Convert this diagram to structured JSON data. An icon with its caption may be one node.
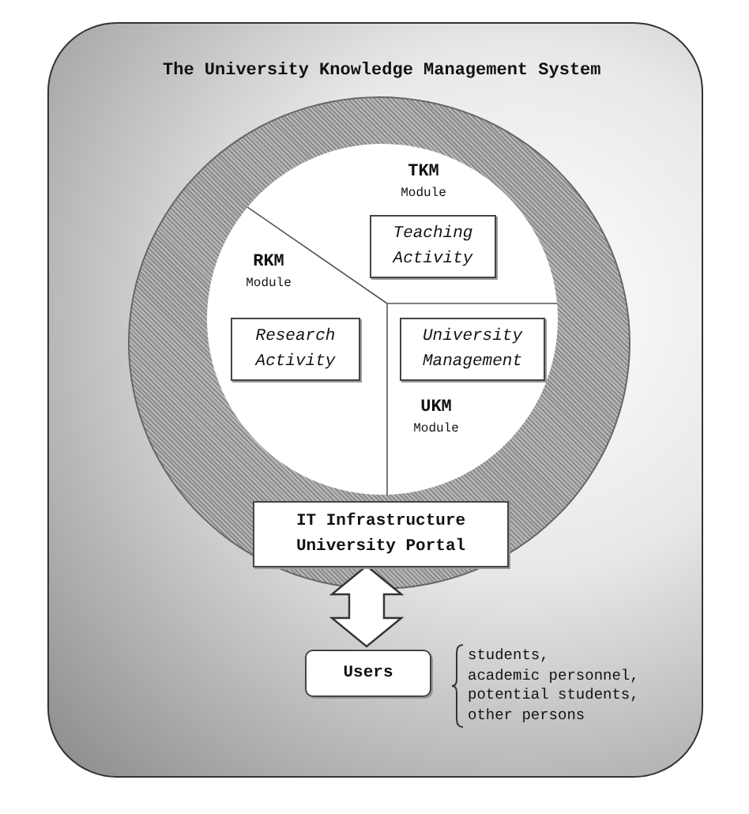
{
  "diagram": {
    "nodes": [
      {
        "text": [
          "The University Knowledge Management System"
        ]
      },
      {
        "text": [],
        "shape": "circle",
        "in": 0
      },
      {
        "text": [],
        "shape": "circle",
        "in": 1
      },
      {
        "text": [
          "Teaching Activity"
        ],
        "in": 2
      },
      {
        "text": [
          "Research Activity"
        ],
        "in": 2
      },
      {
        "text": [
          "University Management"
        ],
        "in": 2
      },
      {
        "text": [
          "IT Infrastructure University Portal"
        ],
        "in": 1
      },
      {
        "text": [
          "Users"
        ],
        "in": 0,
        "beside": [
          "students,",
          "academic personnel,",
          "potential students,",
          "other persons"
        ]
      }
    ],
    "edges": [
      {
        "from": 6,
        "to": 7,
        "arrow": "both",
        "style": "thick"
      }
    ],
    "labels": [
      "TKM",
      "Module",
      "RKM",
      "Module",
      "UKM",
      "Module"
    ]
  }
}
